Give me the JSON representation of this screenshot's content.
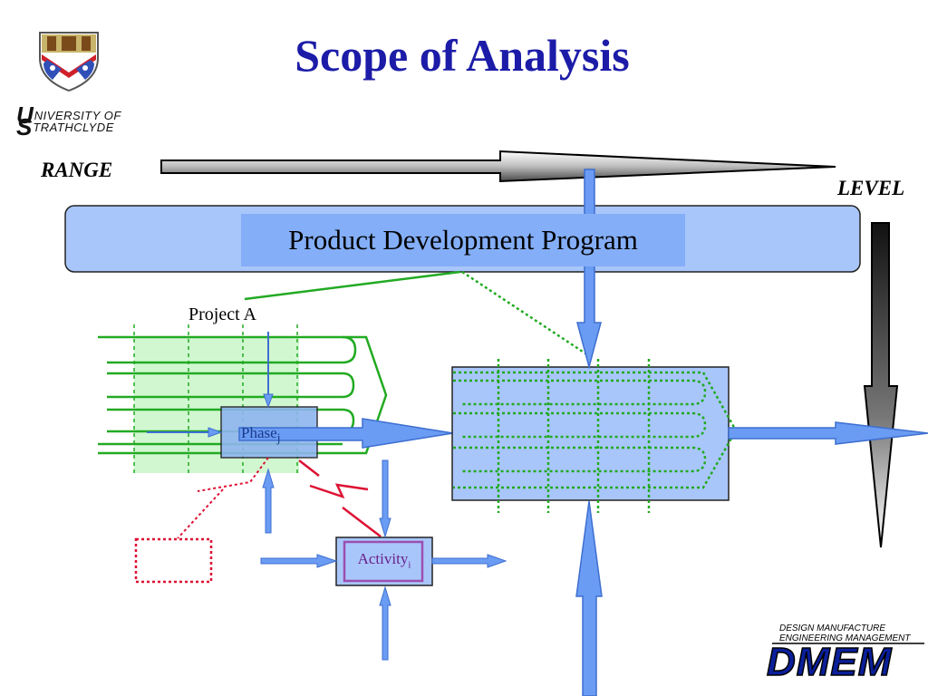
{
  "slide": {
    "title": "Scope of Analysis",
    "university": {
      "initial_u": "U",
      "line1": "NIVERSITY OF",
      "initial_s": "S",
      "line2": "TRATHCLYDE"
    },
    "range_label": "RANGE",
    "level_label": "LEVEL",
    "program_label": "Product Development Program",
    "project_label": "Project A",
    "phase_label": "Phase",
    "phase_sub": "j",
    "activity_label": "Activity",
    "activity_sub": "i",
    "dmem": {
      "caption_line1": "DESIGN MANUFACTURE",
      "caption_line2": "ENGINEERING MANAGEMENT",
      "logo": "DMEM"
    }
  },
  "colors": {
    "title": "#1c1ca8",
    "box_fill": "#a9c6fb",
    "arrow_blue": "#6b9cf3",
    "green": "#22aa22",
    "red": "#dd1133",
    "activity_border": "#9b4fb0"
  }
}
